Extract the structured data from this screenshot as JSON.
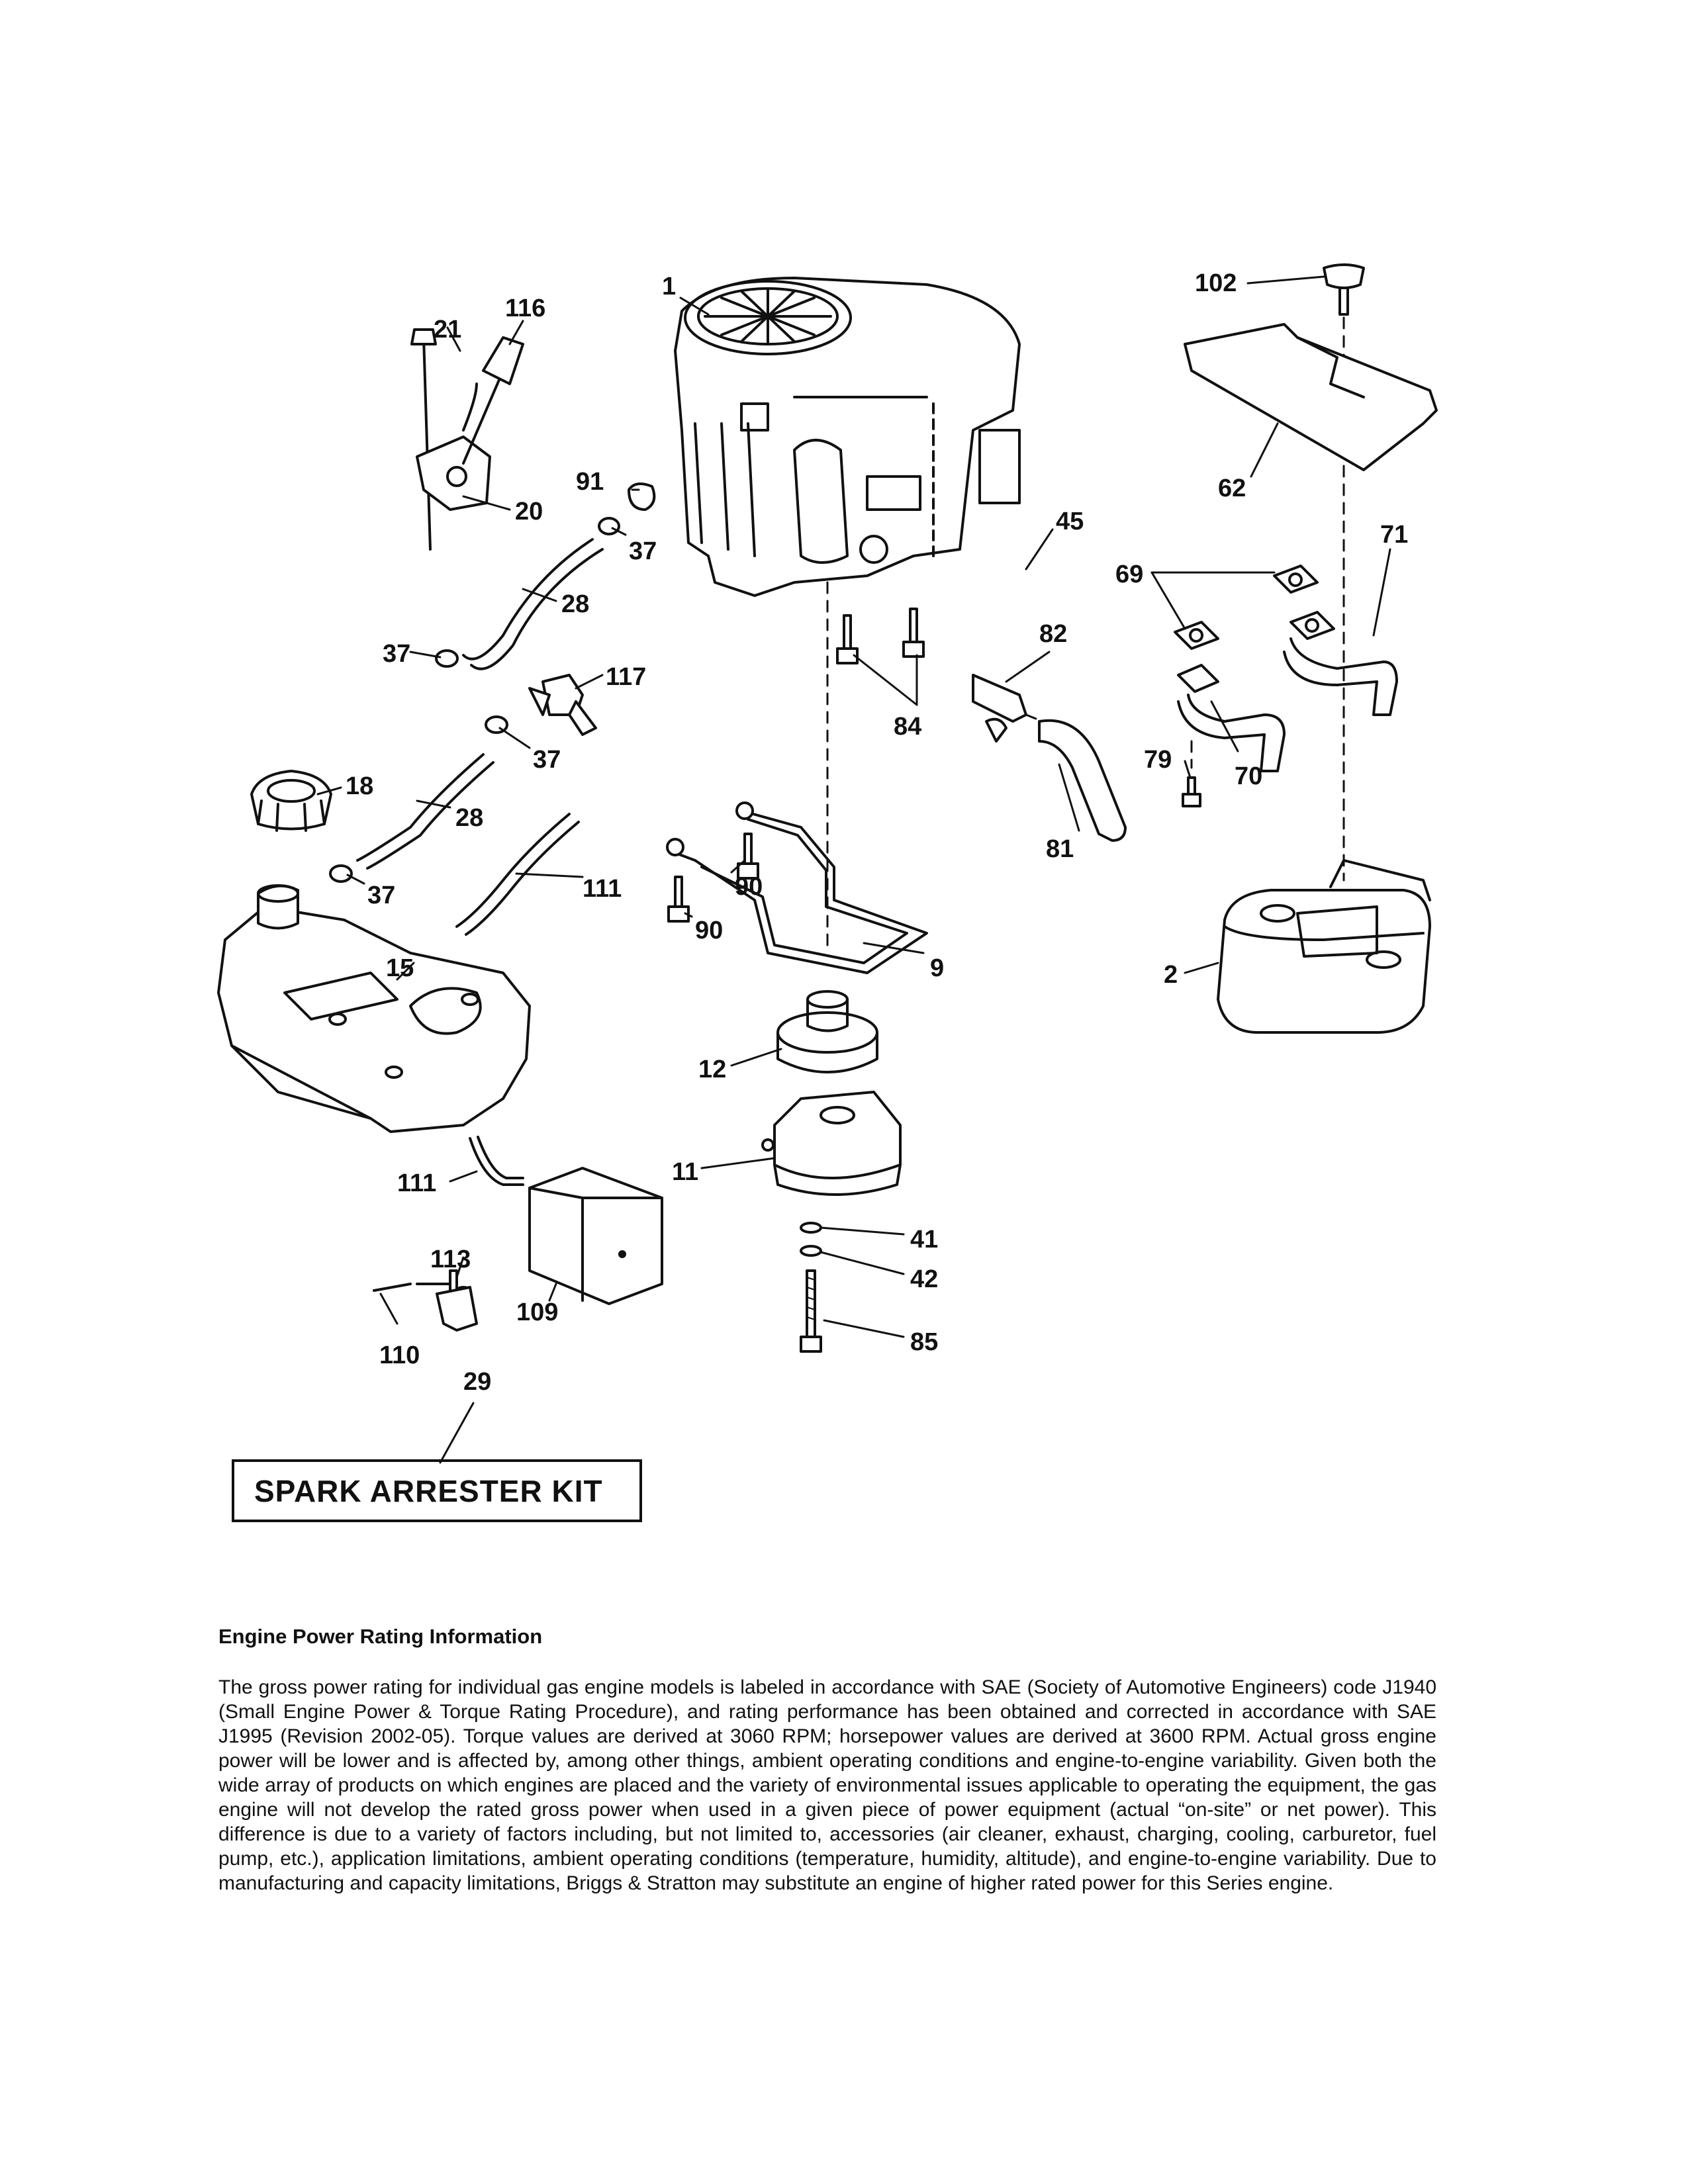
{
  "callouts": {
    "c1": "1",
    "c2": "2",
    "c9": "9",
    "c11": "11",
    "c12": "12",
    "c15": "15",
    "c18": "18",
    "c20": "20",
    "c21": "21",
    "c28a": "28",
    "c28b": "28",
    "c29": "29",
    "c37a": "37",
    "c37b": "37",
    "c37c": "37",
    "c37d": "37",
    "c41": "41",
    "c42": "42",
    "c45": "45",
    "c62": "62",
    "c69": "69",
    "c70": "70",
    "c71": "71",
    "c79": "79",
    "c81": "81",
    "c82": "82",
    "c84": "84",
    "c85": "85",
    "c90a": "90",
    "c90b": "90",
    "c91": "91",
    "c102": "102",
    "c109": "109",
    "c110": "110",
    "c111a": "111",
    "c111b": "111",
    "c113": "113",
    "c116": "116",
    "c117": "117"
  },
  "kit_label": "SPARK ARRESTER KIT",
  "info": {
    "heading": "Engine Power Rating Information",
    "body": "The gross power rating for individual gas engine models is labeled in accordance with SAE (Society of Automotive Engineers) code J1940 (Small Engine Power & Torque Rating Procedure), and rating performance has been obtained and corrected in accordance with SAE J1995 (Revision 2002-05). Torque values are derived at 3060 RPM; horsepower values are derived at 3600 RPM. Actual gross engine power will be lower and is affected by, among other things, ambient operating conditions and engine-to-engine variability. Given both the wide array of products on which engines are placed and the variety of environmental issues applicable to operating the equipment, the gas engine will not develop the rated gross power when used in a given piece of power equipment (actual “on-site” or net power). This difference is due to a variety of factors including, but not limited to, accessories (air cleaner, exhaust, charging, cooling, carburetor, fuel pump, etc.), application limitations, ambient operating conditions (temperature, humidity, altitude), and engine-to-engine variability. Due to manufacturing and capacity limitations, Briggs & Stratton may substitute an engine of higher rated power for this Series engine."
  }
}
